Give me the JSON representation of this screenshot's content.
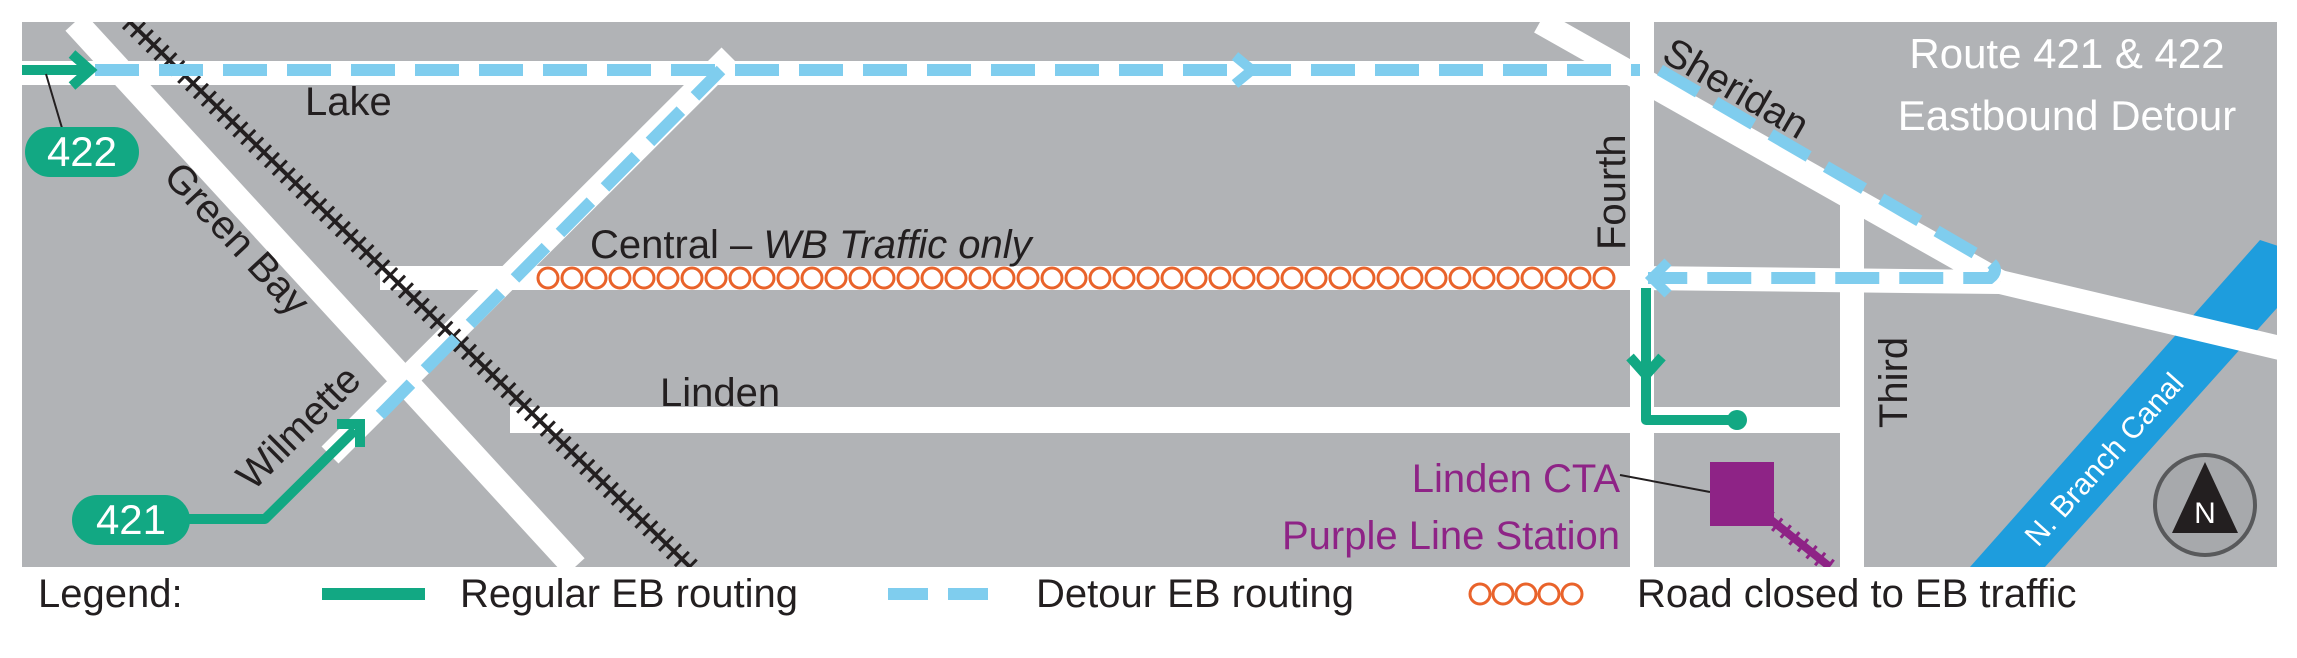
{
  "title": {
    "line1": "Route 421 & 422",
    "line2": "Eastbound Detour"
  },
  "streets": {
    "lake": "Lake",
    "green_bay": "Green Bay",
    "wilmette": "Wilmette",
    "central": "Central – ",
    "central_note": "WB Traffic only",
    "linden": "Linden",
    "fourth": "Fourth",
    "third": "Third",
    "sheridan": "Sheridan",
    "canal": "N. Branch Canal"
  },
  "routes": {
    "route_422": "422",
    "route_421": "421"
  },
  "station": {
    "line1": "Linden CTA",
    "line2": "Purple Line Station"
  },
  "compass": {
    "label": "N"
  },
  "legend": {
    "heading": "Legend:",
    "regular": "Regular EB routing",
    "detour": "Detour EB routing",
    "closed": "Road closed to EB traffic"
  },
  "colors": {
    "land": "#b1b3b6",
    "road": "#ffffff",
    "regular_route": "#12a883",
    "detour_route": "#7fcdee",
    "closed_road": "#e9632b",
    "station": "#8e2386",
    "canal": "#1e9ddd",
    "railroad": "#231f20",
    "text": "#231f20"
  },
  "icons": {
    "compass": "north-arrow-icon",
    "station": "cta-station-square-icon"
  }
}
